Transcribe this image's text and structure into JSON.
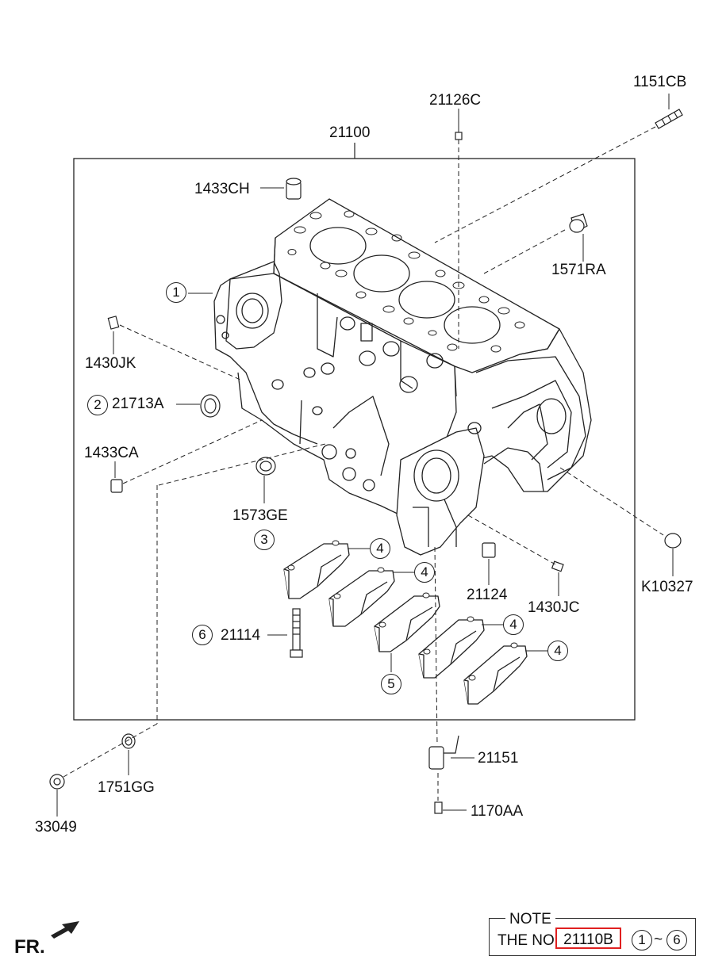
{
  "diagram": {
    "main_part": "21100",
    "parts": [
      {
        "id": "1151CB"
      },
      {
        "id": "21126C"
      },
      {
        "id": "1433CH"
      },
      {
        "id": "1571RA"
      },
      {
        "id": "1430JK"
      },
      {
        "id": "21713A"
      },
      {
        "id": "1433CA"
      },
      {
        "id": "1573GE"
      },
      {
        "id": "21124"
      },
      {
        "id": "1430JC"
      },
      {
        "id": "K10327"
      },
      {
        "id": "21114"
      },
      {
        "id": "21151"
      },
      {
        "id": "1751GG"
      },
      {
        "id": "33049"
      },
      {
        "id": "1170AA"
      }
    ],
    "callouts": [
      "1",
      "2",
      "3",
      "4",
      "5",
      "6"
    ]
  },
  "note": {
    "title": "NOTE",
    "text": "THE NO",
    "part_no": "21110B",
    "range_from": "1",
    "range_sep": "~",
    "range_to": "6"
  },
  "front_label": "FR.",
  "colors": {
    "line": "#222222",
    "highlight": "#e02020"
  }
}
